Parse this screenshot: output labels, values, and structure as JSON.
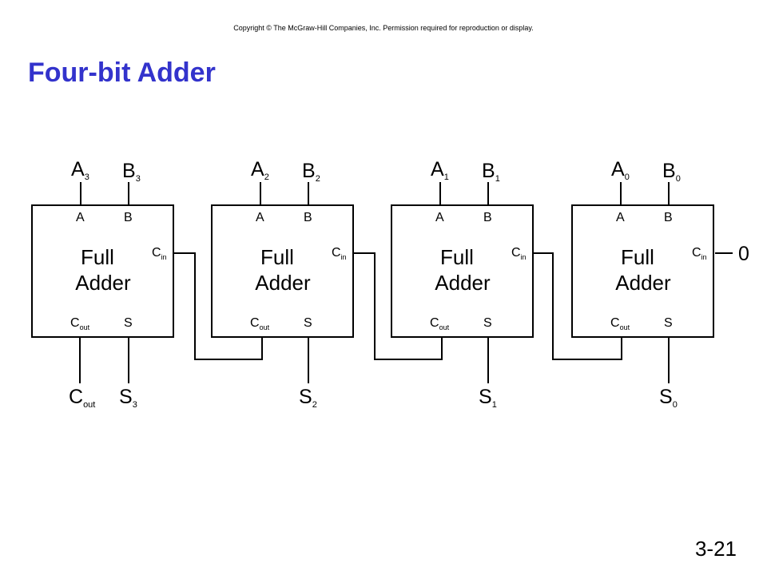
{
  "header": {
    "copyright": "Copyright © The McGraw-Hill Companies, Inc. Permission required for reproduction or display.",
    "title": "Four-bit Adder",
    "slide_number": "3-21"
  },
  "block": {
    "label_line1": "Full",
    "label_line2": "Adder",
    "pin_a": "A",
    "pin_b": "B",
    "pin_cin_main": "C",
    "pin_cin_sub": "in",
    "pin_cout_main": "C",
    "pin_cout_sub": "out",
    "pin_s": "S"
  },
  "stages": [
    {
      "a_main": "A",
      "a_sub": "3",
      "b_main": "B",
      "b_sub": "3",
      "s_main": "S",
      "s_sub": "3"
    },
    {
      "a_main": "A",
      "a_sub": "2",
      "b_main": "B",
      "b_sub": "2",
      "s_main": "S",
      "s_sub": "2"
    },
    {
      "a_main": "A",
      "a_sub": "1",
      "b_main": "B",
      "b_sub": "1",
      "s_main": "S",
      "s_sub": "1"
    },
    {
      "a_main": "A",
      "a_sub": "0",
      "b_main": "B",
      "b_sub": "0",
      "s_main": "S",
      "s_sub": "0"
    }
  ],
  "carry_out": {
    "main": "C",
    "sub": "out"
  },
  "carry_in_value": "0"
}
